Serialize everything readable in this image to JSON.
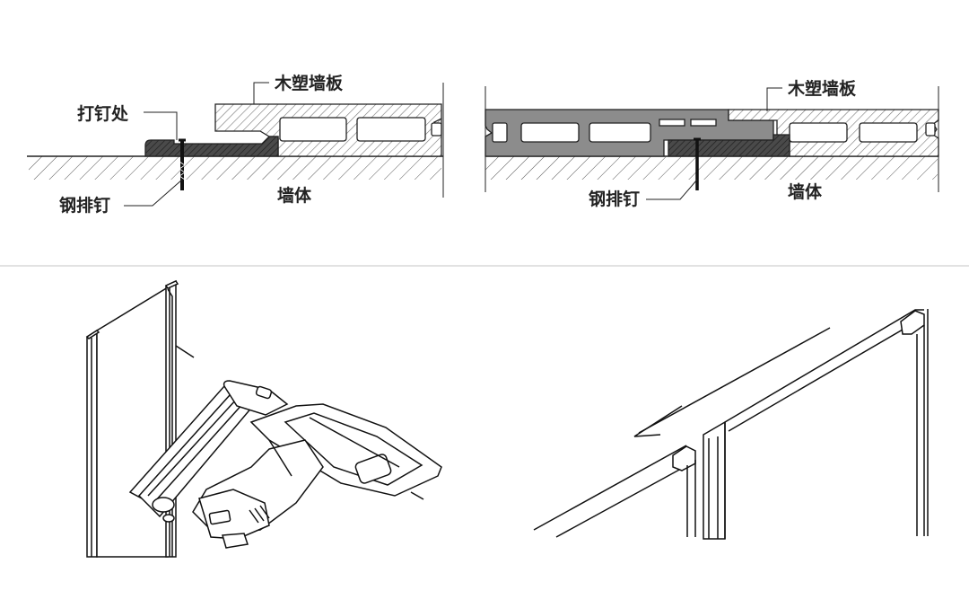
{
  "top_left_labels": {
    "nail_point": "打钉处",
    "panel": "木塑墙板",
    "nail": "钢排钉",
    "wall": "墙体"
  },
  "top_right_labels": {
    "panel": "木塑墙板",
    "nail": "钢排钉",
    "wall": "墙体"
  },
  "colors": {
    "line": "#222222",
    "divider": "#d0d0d0",
    "clip_fill": "#555555",
    "background": "#ffffff"
  }
}
